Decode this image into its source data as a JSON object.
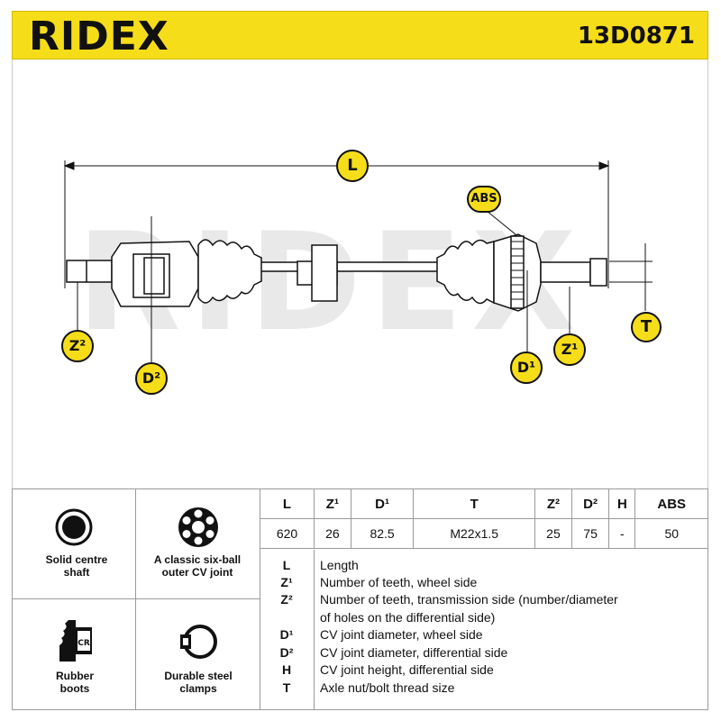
{
  "header": {
    "brand": "RIDEX",
    "part_number": "13D0871"
  },
  "diagram": {
    "watermark": "RIDEX",
    "callouts": {
      "L": "L",
      "ABS": "ABS",
      "T": "T",
      "Z1": "Z¹",
      "Z2": "Z²",
      "D1": "D¹",
      "D2": "D²"
    }
  },
  "features": [
    {
      "label": "Solid centre shaft",
      "icon": "solid-shaft-icon"
    },
    {
      "label": "A classic six-ball outer CV joint",
      "icon": "six-ball-joint-icon"
    },
    {
      "label": "Rubber boots",
      "icon": "rubber-boot-icon"
    },
    {
      "label": "Durable steel clamps",
      "icon": "steel-clamp-icon"
    }
  ],
  "spec_table": {
    "headers": [
      "L",
      "Z¹",
      "D¹",
      "T",
      "Z²",
      "D²",
      "H",
      "ABS"
    ],
    "values": [
      "620",
      "26",
      "82.5",
      "M22x1.5",
      "25",
      "75",
      "-",
      "50"
    ]
  },
  "legend": [
    {
      "key": "L",
      "desc": "Length"
    },
    {
      "key": "Z¹",
      "desc": "Number of teeth, wheel side"
    },
    {
      "key": "Z²",
      "desc": "Number of teeth, transmission side (number/diameter"
    },
    {
      "key": "",
      "desc": "of holes on the differential side)"
    },
    {
      "key": "D¹",
      "desc": "CV joint diameter, wheel side"
    },
    {
      "key": "D²",
      "desc": "CV joint diameter, differential side"
    },
    {
      "key": "H",
      "desc": "CV joint height, differential side"
    },
    {
      "key": "T",
      "desc": "Axle nut/bolt thread size"
    }
  ],
  "colors": {
    "accent": "#f6dd1a",
    "line": "#111111",
    "watermark": "#e6e6e6"
  }
}
